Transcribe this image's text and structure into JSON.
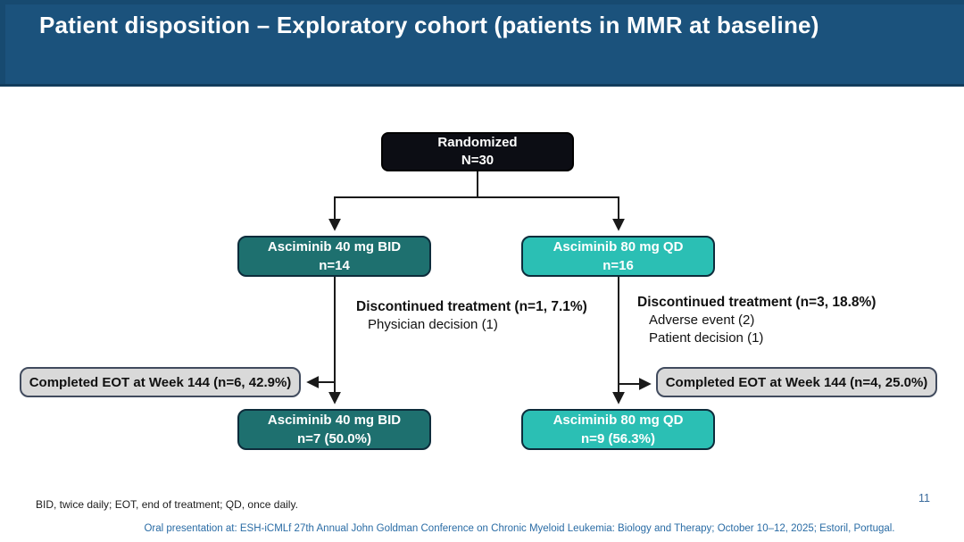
{
  "header": {
    "title": "Patient disposition – Exploratory cohort (patients in MMR at baseline)"
  },
  "flowchart": {
    "randomized": {
      "line1": "Randomized",
      "line2": "N=30"
    },
    "arm_bid": {
      "line1": "Asciminib 40 mg BID",
      "line2": "n=14"
    },
    "arm_qd": {
      "line1": "Asciminib 80 mg QD",
      "line2": "n=16"
    },
    "discontinued_bid": {
      "title": "Discontinued treatment (n=1, 7.1%)",
      "reasons": [
        "Physician decision (1)"
      ]
    },
    "discontinued_qd": {
      "title": "Discontinued treatment (n=3, 18.8%)",
      "reasons": [
        "Adverse event (2)",
        "Patient decision (1)"
      ]
    },
    "eot_bid": {
      "label": "Completed EOT at Week 144 (n=6, 42.9%)"
    },
    "eot_qd": {
      "label": "Completed EOT at Week 144 (n=4, 25.0%)"
    },
    "final_bid": {
      "line1": "Asciminib 40 mg BID",
      "line2": "n=7 (50.0%)"
    },
    "final_qd": {
      "line1": "Asciminib 80 mg QD",
      "line2": "n=9 (56.3%)"
    }
  },
  "footer": {
    "abbreviations": "BID, twice daily; EOT, end of treatment; QD, once daily.",
    "citation": "Oral presentation at: ESH-iCMLf 27th Annual John Goldman Conference on Chronic Myeloid Leukemia: Biology and Therapy; October 10–12, 2025; Estoril, Portugal.",
    "page_number": "11"
  },
  "colors": {
    "header_bg": "#1B527C",
    "randomized_bg": "#0C0D14",
    "arm_bid_bg": "#1E706F",
    "arm_qd_bg": "#2BBFB4",
    "eot_bg": "#D9D9D9",
    "box_border": "#0D2C3B",
    "connector": "#1a1a1a",
    "citation_text": "#2A6CA5"
  }
}
